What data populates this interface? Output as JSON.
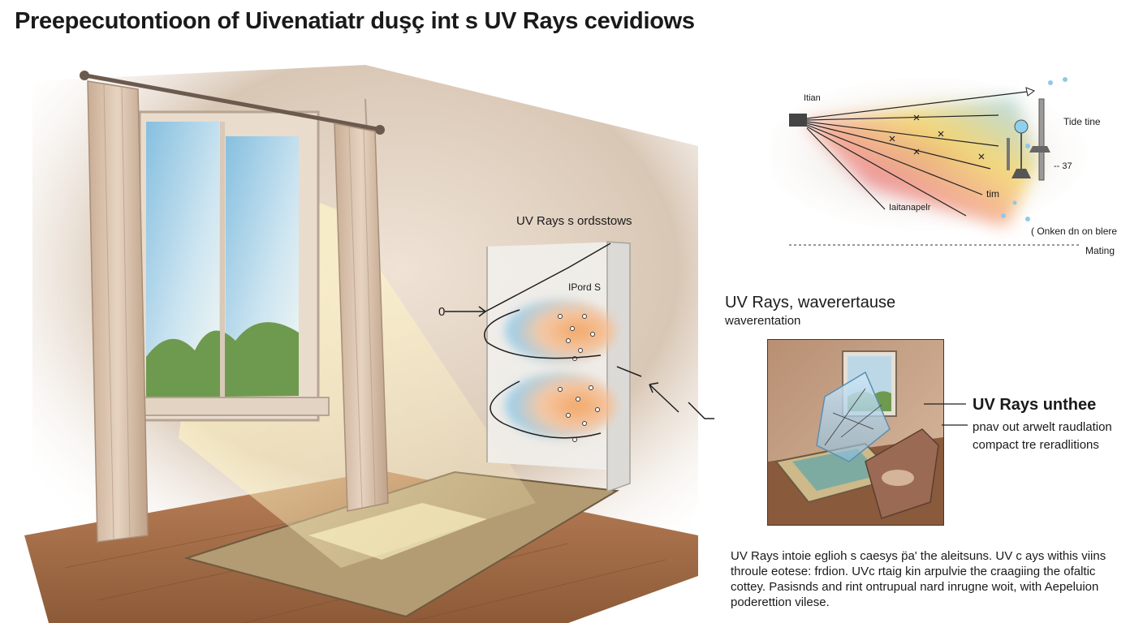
{
  "title": "Preepecutontioon of Uivenatiatr duşç int s UV Rays cevidiows",
  "room": {
    "shield_label": "UV Rays s ordsstows",
    "panel_label": "IPord S",
    "left_marker": "0"
  },
  "spectrum": {
    "source_label": "Itian",
    "tube_label": "Tide tine",
    "mid_label": "tim",
    "value_label": "-- 37",
    "bottom_label": "Iaitanapelr",
    "note_label": "( Onken dn on blere",
    "axis_label": "Mating"
  },
  "inset": {
    "heading_line1": "UV Rays, waverertause",
    "heading_line2": "waverentation",
    "side_title": "UV Rays unthee",
    "side_line1": "pnav out arwelt raudlation",
    "side_line2": "compact tre reradlitions"
  },
  "paragraph": {
    "lines": [
      "UV Rays intoie eglioh s caesys p̈a' the aleitsuns. UV c ays withis viins",
      "throule eotese: frdion. UVc rtaig kin arpulvie the craagiing the ofaltic",
      "cottey. Pasisnds and rint ontrupual nard inrugne woit, with Aepeluion",
      "poderettion vilese."
    ]
  },
  "colors": {
    "wall": "#d9c7b5",
    "floor": "#a8714a",
    "curtain": "#dcc5b0",
    "sky": "#a9cfe2",
    "uv_blue": "#8fc9e8",
    "uv_orange": "#f0a05a"
  }
}
